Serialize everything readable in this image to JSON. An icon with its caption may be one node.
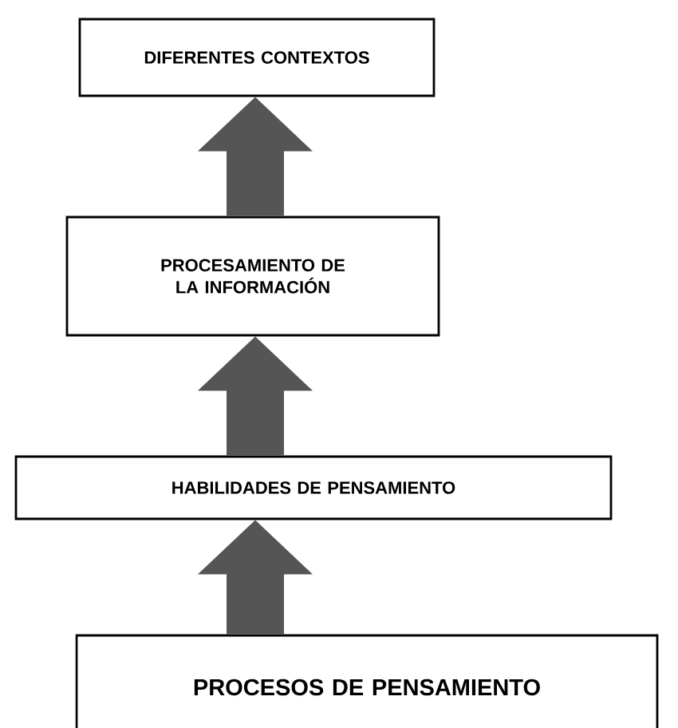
{
  "diagram": {
    "nodes": [
      {
        "text": [
          "DIFERENTES CONTEXTOS"
        ]
      },
      {
        "text": [
          "PROCESAMIENTO DE LA INFORMACIÓN"
        ]
      },
      {
        "text": [
          "HABILIDADES DE PENSAMIENTO"
        ]
      },
      {
        "text": [
          "PROCESOS DE PENSAMIENTO"
        ]
      }
    ],
    "edges": [
      {
        "from": 1,
        "to": 0,
        "arrow": "to"
      },
      {
        "from": 2,
        "to": 1,
        "arrow": "to"
      },
      {
        "from": 3,
        "to": 2,
        "arrow": "to"
      }
    ]
  }
}
